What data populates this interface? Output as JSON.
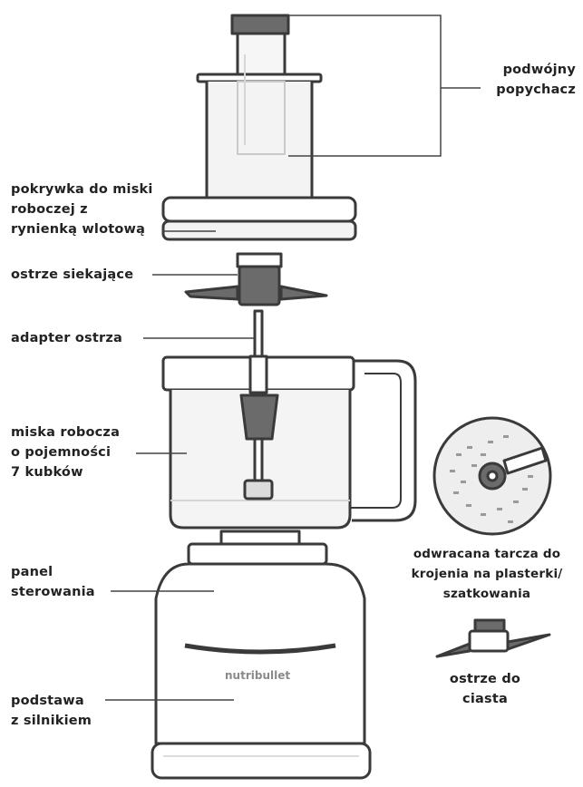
{
  "labels": {
    "double_pusher": [
      "podwójny",
      "popychacz"
    ],
    "lid": [
      "pokrywka do miski",
      "roboczej z",
      "rynienką wlotową"
    ],
    "chopping_blade": "ostrze siekające",
    "blade_adapter": "adapter ostrza",
    "work_bowl": [
      "miska robocza",
      "o pojemności",
      "7 kubków"
    ],
    "control_panel": [
      "panel",
      "sterowania"
    ],
    "motor_base": [
      "podstawa",
      "z silnikiem"
    ],
    "slicing_disc": [
      "odwracana tarcza do",
      "krojenia na plasterki/",
      "szatkowania"
    ],
    "dough_blade": [
      "ostrze do",
      "ciasta"
    ]
  },
  "brand": "nutribullet",
  "colors": {
    "outline": "#3a3a3a",
    "dark_part": "#6b6b6b",
    "light_fill": "#f1f1f1",
    "leader_line": "#444444"
  }
}
